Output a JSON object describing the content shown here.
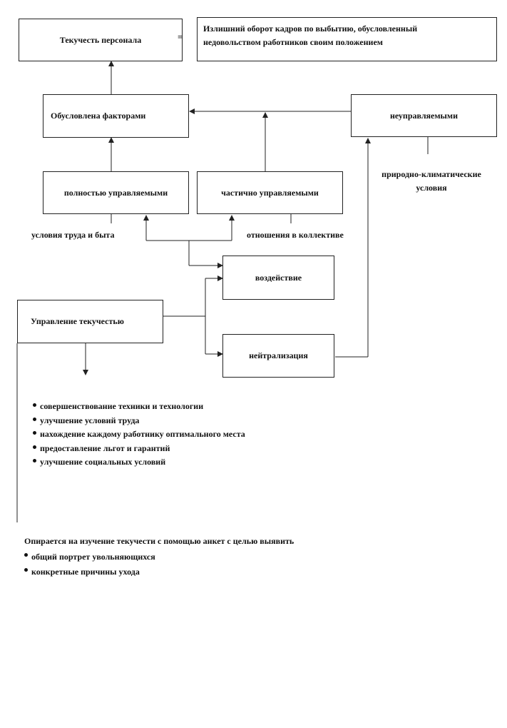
{
  "top": {
    "turnover_label": "Текучесть  персонала",
    "equals": "=",
    "definition_line1": "Излишний оборот кадров по выбытию, обусловленный",
    "definition_line2": "недовольством работников своим положением"
  },
  "factors": {
    "caused_by": "Обусловлена факторами",
    "uncontrolled": "неуправляемыми",
    "fully_controlled": "полностью управляемыми",
    "partially_controlled": "частично управляемыми",
    "natural_climate_line1": "природно-климатические",
    "natural_climate_line2": "условия",
    "work_living": "условия труда и быта",
    "team_relations": "отношения в коллективе"
  },
  "management": {
    "title": "Управление текучестью",
    "influence": "воздействие",
    "neutralization": "нейтрализация"
  },
  "measures": [
    "совершенствование техники и технологии",
    "улучшение  условий труда",
    "нахождение каждому работнику оптимального места",
    "предоставление льгот и гарантий",
    "улучшение  социальных условий"
  ],
  "survey": {
    "intro": "Опирается на изучение текучести  с помощью  анкет с целью выявить",
    "items": [
      "общий портрет увольняющихся",
      "конкретные  причины ухода"
    ]
  }
}
